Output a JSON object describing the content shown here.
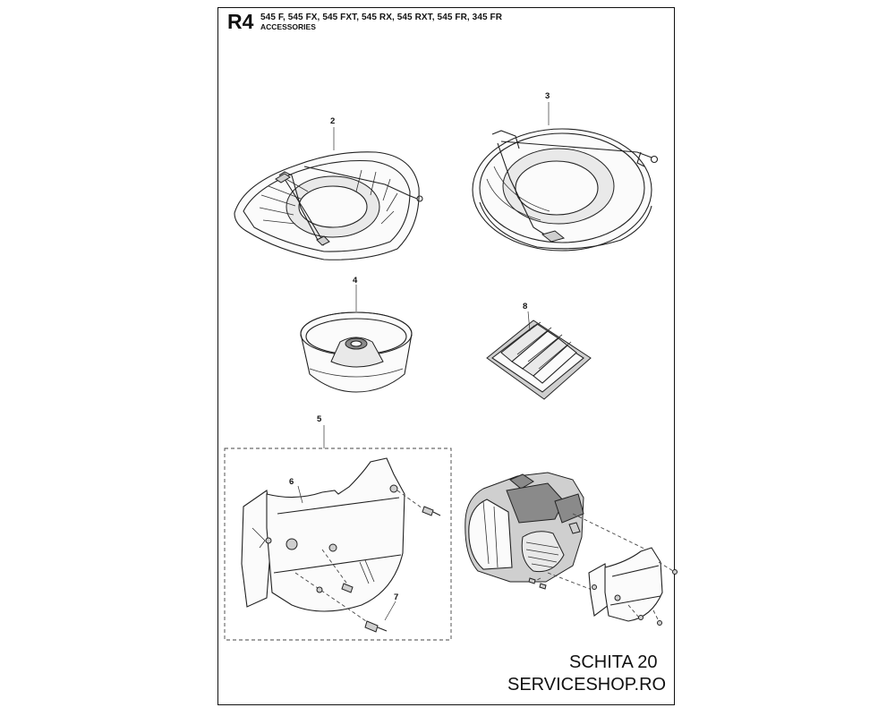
{
  "header": {
    "section_code": "R4",
    "models": "545 F, 545 FX, 545 FXT, 545 RX, 545 RXT, 545 FR, 345 FR",
    "subtitle": "ACCESSORIES"
  },
  "callouts": {
    "c2": "2",
    "c3": "3",
    "c4": "4",
    "c5": "5",
    "c6": "6",
    "c7": "7",
    "c8": "8"
  },
  "footer": {
    "schita": "SCHITA 20",
    "shop": "SERVICESHOP.RO"
  },
  "colors": {
    "line": "#222222",
    "fill_light": "#e9e9e9",
    "fill_dark": "#8a8a8a"
  }
}
